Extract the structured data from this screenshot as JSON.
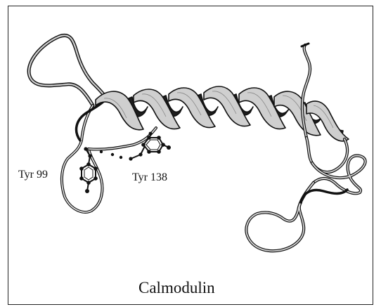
{
  "labels": {
    "tyr99": "Tyr 99",
    "tyr138": "Tyr 138",
    "caption": "Calmodulin"
  },
  "icons": {
    "structure": "protein-ribbon-structure",
    "residue": "tyrosine-ring"
  },
  "colors": {
    "ribbon_light": "#cfcfcf",
    "ribbon_dark": "#1e1e1e",
    "outline": "#111111",
    "background": "#ffffff"
  }
}
